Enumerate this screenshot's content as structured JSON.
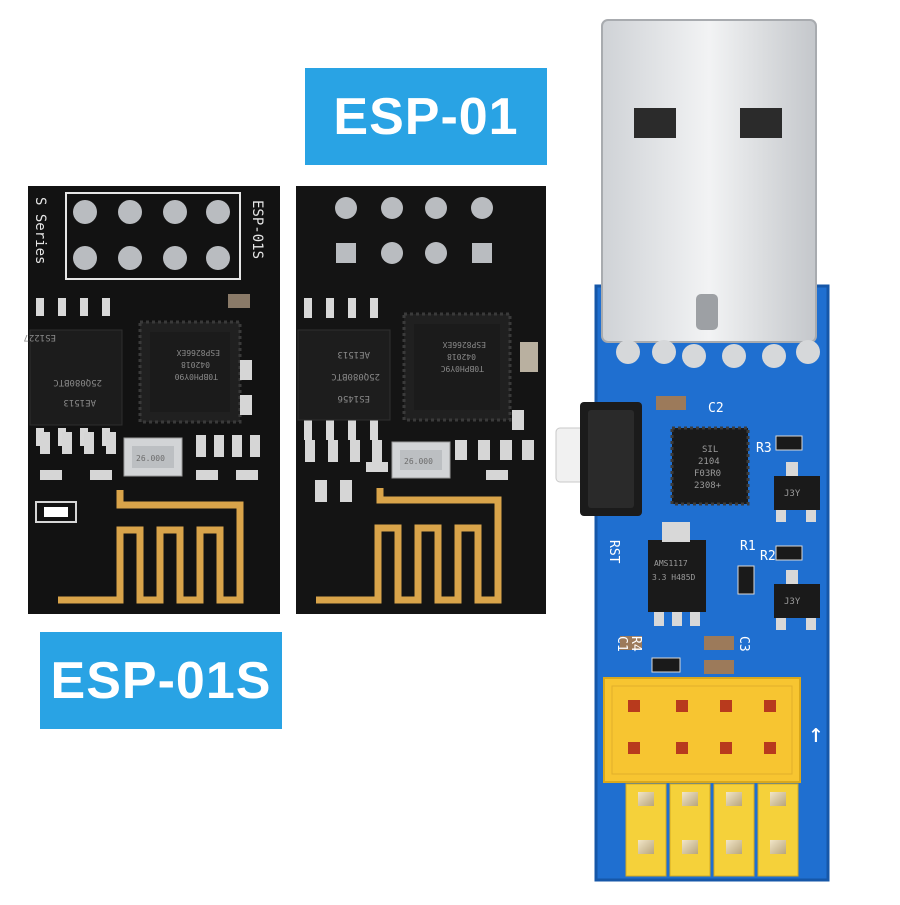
{
  "labels": {
    "esp01": "ESP-01",
    "esp01s": "ESP-01S"
  },
  "esp01s_board": {
    "silk_side": "ESP-01S",
    "silk_series": "S Series",
    "chip_text": [
      "ESP8266EX",
      "042018",
      "T0BPH0Y90"
    ],
    "flash_text": [
      "ES1227",
      "25Q080BTC",
      "AE1513"
    ],
    "crystal_text": "26.000"
  },
  "esp01_board": {
    "chip_text": [
      "ESP8266EX",
      "042018",
      "T0BPH0Y9C"
    ],
    "flash_text": [
      "AE1513",
      "25Q080BTC",
      "ES1456"
    ],
    "crystal_text": "26.000"
  },
  "adapter_board": {
    "silk": [
      "C2",
      "R3",
      "RST",
      "R1",
      "R2",
      "C1",
      "R4",
      "C3"
    ],
    "chip_text": [
      "SIL",
      "2104",
      "F03R0",
      "2308+"
    ],
    "regulator_text": [
      "AMS1117",
      "3.3 H485D"
    ],
    "transistor_text": "J3Y",
    "arrow": "↑"
  },
  "colors": {
    "label_bg": "#29a3e4",
    "pcb_black": "#121212",
    "pcb_blue": "#1f6fd0",
    "gold": "#d9a44a",
    "header_yellow": "#f7c531"
  }
}
